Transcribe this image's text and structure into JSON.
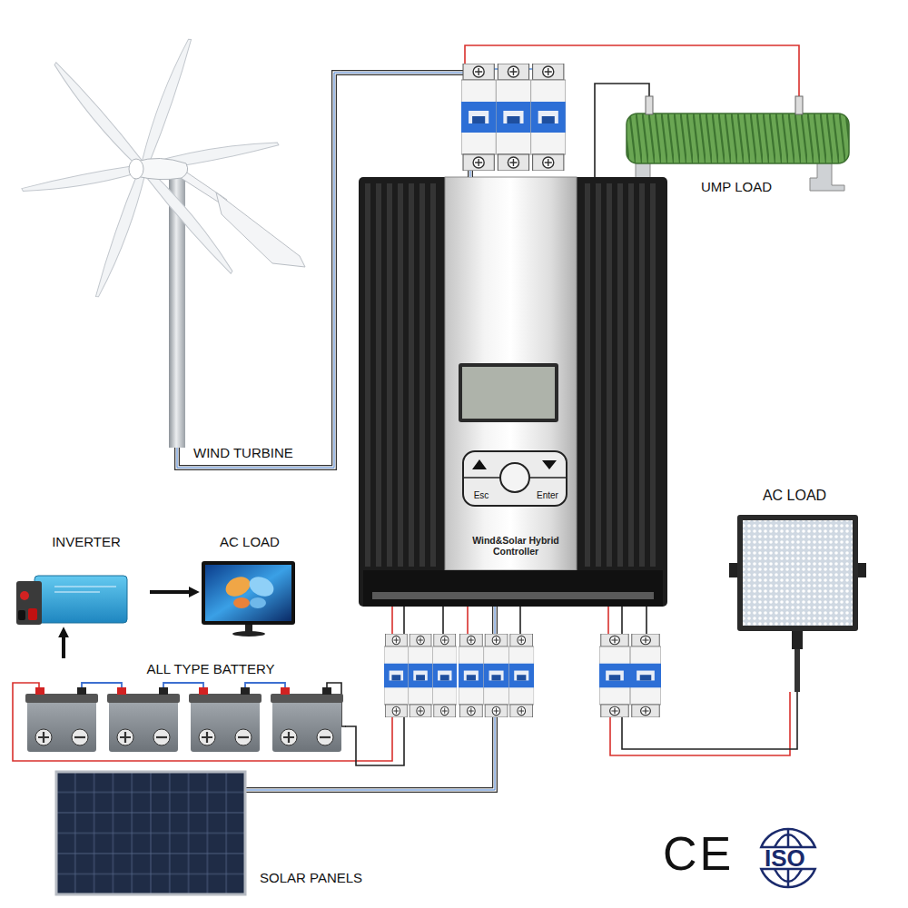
{
  "diagram": {
    "nodes": [
      {
        "text": [
          "WIND TURBINE"
        ]
      },
      {
        "text": [
          "UMP LOAD"
        ]
      },
      {
        "text": [
          "Wind&Solar Hybrid Controller"
        ]
      },
      {
        "text": [
          "Esc"
        ],
        "in": 2
      },
      {
        "text": [
          "Enter"
        ],
        "in": 2
      },
      {
        "text": [
          "AC LOAD"
        ]
      },
      {
        "text": [
          "INVERTER"
        ]
      },
      {
        "text": [
          "AC LOAD"
        ]
      },
      {
        "text": [
          "ALL TYPE BATTERY"
        ]
      },
      {
        "text": [
          "SOLAR PANELS"
        ]
      }
    ],
    "edges": [
      {
        "from": 0,
        "to": 2,
        "arrow": "none"
      },
      {
        "from": 2,
        "to": 1,
        "arrow": "none"
      },
      {
        "from": 6,
        "to": 7,
        "arrow": "to"
      },
      {
        "from": 8,
        "to": 6,
        "arrow": "to"
      },
      {
        "from": 8,
        "to": 2,
        "arrow": "none"
      },
      {
        "from": 9,
        "to": 2,
        "arrow": "none"
      },
      {
        "from": 2,
        "to": 5,
        "arrow": "none"
      }
    ],
    "labels": [
      "CE",
      "ISO"
    ]
  }
}
